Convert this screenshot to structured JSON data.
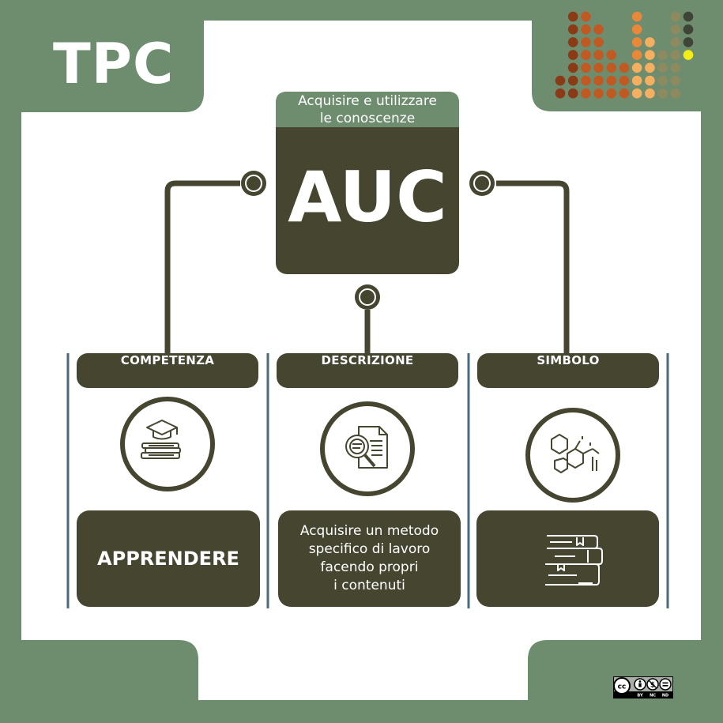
{
  "header": {
    "brand": "TPC"
  },
  "main": {
    "subtitle_lines": [
      "Acquisire e utilizzare",
      "le conoscenze"
    ],
    "title": "AUC"
  },
  "columns": [
    {
      "heading": "COMPETENZA",
      "icon": "graduation-books-icon",
      "value": "APPRENDERE"
    },
    {
      "heading": "DESCRIZIONE",
      "icon": "document-magnifier-icon",
      "value_lines": [
        "Acquisire un metodo",
        "specifico di lavoro",
        "facendo propri",
        "i contenuti"
      ]
    },
    {
      "heading": "SIMBOLO",
      "icon": "molecule-structure-icon",
      "box_icon": "book-stack-icon"
    }
  ],
  "license": {
    "icon": "cc-by-nc-nd-icon",
    "labels": [
      "BY",
      "NC",
      "ND"
    ]
  },
  "colors": {
    "background_green": "#6e8c6e",
    "dark_olive": "#454530",
    "white": "#ffffff",
    "divider_blue": "#4a6b7e",
    "dots": [
      "#8a3a14",
      "#c05a22",
      "#e8883a",
      "#f4b060",
      "#8c8a5e",
      "#3f4536",
      "#f4ee14"
    ]
  }
}
